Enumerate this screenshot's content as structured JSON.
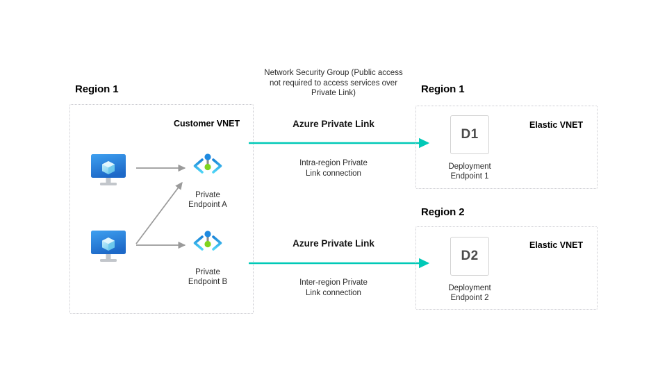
{
  "diagram": {
    "title": "Azure Private Link connectivity between Customer VNET and Elastic VNET",
    "colors": {
      "teal_arrow": "#00C9B7",
      "gray_arrow": "#9a9a9a",
      "dotted_border": "#c9c9cf",
      "vm_icon_blue": "#2a8ceb",
      "vm_icon_cube": "#9bdcf7",
      "endpoint_cyan": "#32bdf0",
      "endpoint_dot_blue": "#1f8ae0",
      "endpoint_dot_green": "#7fd41e",
      "dep_box_border": "#d2d2d2",
      "text": "#2b2b2b",
      "heading": "#000000"
    },
    "left": {
      "region_heading": "Region 1",
      "vnet_label": "Customer VNET",
      "vms": [
        {
          "name": "virtual-machine-1"
        },
        {
          "name": "virtual-machine-2"
        }
      ],
      "endpoints": [
        {
          "caption_line1": "Private",
          "caption_line2": "Endpoint A"
        },
        {
          "caption_line1": "Private",
          "caption_line2": "Endpoint B"
        }
      ]
    },
    "middle": {
      "nsg_note": "Network Security Group (Public access not required to access services over Private Link)",
      "connections": [
        {
          "title": "Azure Private Link",
          "sub_line1": "Intra-region Private",
          "sub_line2": "Link connection"
        },
        {
          "title": "Azure Private Link",
          "sub_line1": "Inter-region Private",
          "sub_line2": "Link connection"
        }
      ]
    },
    "right": {
      "regions": [
        {
          "region_heading": "Region 1",
          "vnet_label": "Elastic VNET",
          "endpoint_code": "D1",
          "caption_line1": "Deployment",
          "caption_line2": "Endpoint 1"
        },
        {
          "region_heading": "Region 2",
          "vnet_label": "Elastic VNET",
          "endpoint_code": "D2",
          "caption_line1": "Deployment",
          "caption_line2": "Endpoint 2"
        }
      ]
    }
  }
}
